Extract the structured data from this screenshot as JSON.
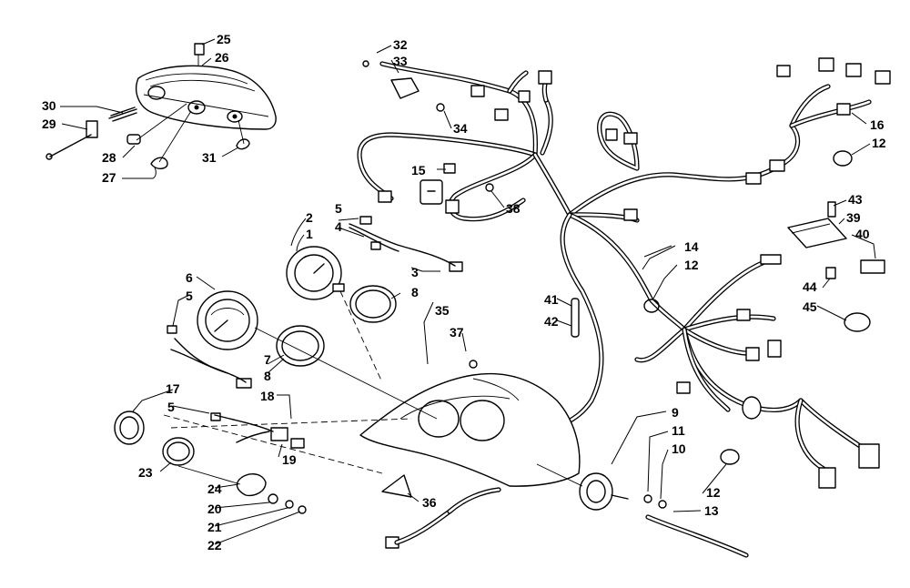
{
  "diagram": {
    "callouts": [
      {
        "id": "c1",
        "text": "1"
      },
      {
        "id": "c2",
        "text": "2"
      },
      {
        "id": "c3",
        "text": "3"
      },
      {
        "id": "c4",
        "text": "4"
      },
      {
        "id": "c5a",
        "text": "5"
      },
      {
        "id": "c5b",
        "text": "5"
      },
      {
        "id": "c5c",
        "text": "5"
      },
      {
        "id": "c6",
        "text": "6"
      },
      {
        "id": "c7",
        "text": "7"
      },
      {
        "id": "c8a",
        "text": "8"
      },
      {
        "id": "c8b",
        "text": "8"
      },
      {
        "id": "c9",
        "text": "9"
      },
      {
        "id": "c10",
        "text": "10"
      },
      {
        "id": "c11",
        "text": "11"
      },
      {
        "id": "c12a",
        "text": "12"
      },
      {
        "id": "c12b",
        "text": "12"
      },
      {
        "id": "c12c",
        "text": "12"
      },
      {
        "id": "c13",
        "text": "13"
      },
      {
        "id": "c14",
        "text": "14"
      },
      {
        "id": "c15",
        "text": "15"
      },
      {
        "id": "c16",
        "text": "16"
      },
      {
        "id": "c17",
        "text": "17"
      },
      {
        "id": "c18",
        "text": "18"
      },
      {
        "id": "c19",
        "text": "19"
      },
      {
        "id": "c20",
        "text": "20"
      },
      {
        "id": "c21",
        "text": "21"
      },
      {
        "id": "c22",
        "text": "22"
      },
      {
        "id": "c23",
        "text": "23"
      },
      {
        "id": "c24",
        "text": "24"
      },
      {
        "id": "c25",
        "text": "25"
      },
      {
        "id": "c26",
        "text": "26"
      },
      {
        "id": "c27",
        "text": "27"
      },
      {
        "id": "c28",
        "text": "28"
      },
      {
        "id": "c29",
        "text": "29"
      },
      {
        "id": "c30",
        "text": "30"
      },
      {
        "id": "c31",
        "text": "31"
      },
      {
        "id": "c32",
        "text": "32"
      },
      {
        "id": "c33",
        "text": "33"
      },
      {
        "id": "c34",
        "text": "34"
      },
      {
        "id": "c35",
        "text": "35"
      },
      {
        "id": "c36",
        "text": "36"
      },
      {
        "id": "c37",
        "text": "37"
      },
      {
        "id": "c38",
        "text": "38"
      },
      {
        "id": "c39",
        "text": "39"
      },
      {
        "id": "c40",
        "text": "40"
      },
      {
        "id": "c41",
        "text": "41"
      },
      {
        "id": "c42",
        "text": "42"
      },
      {
        "id": "c43",
        "text": "43"
      },
      {
        "id": "c44",
        "text": "44"
      },
      {
        "id": "c45",
        "text": "45"
      }
    ]
  }
}
